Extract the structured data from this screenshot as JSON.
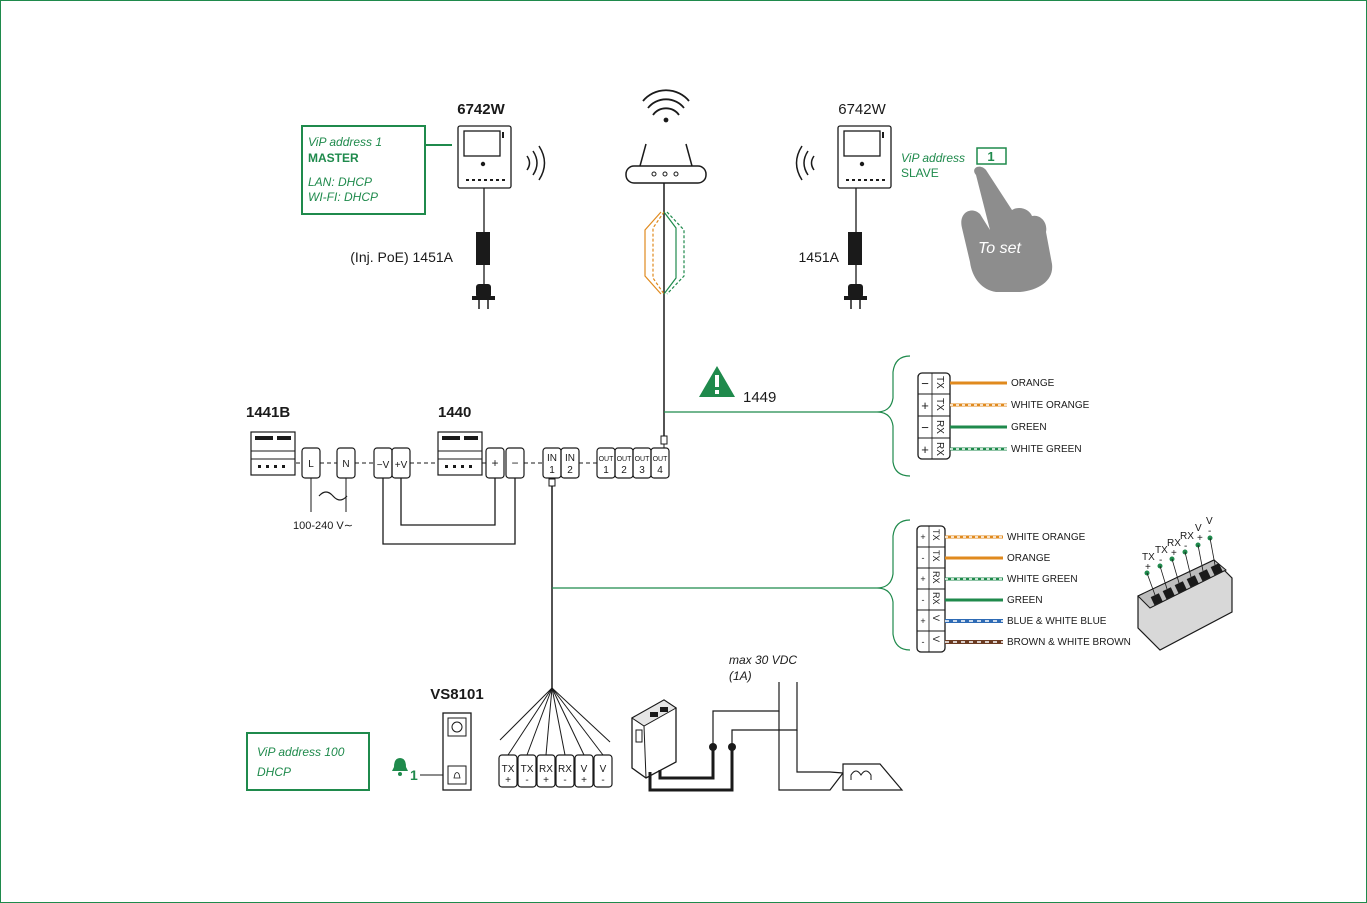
{
  "colors": {
    "accent": "#1f8a4c",
    "orange": "#e08a1e",
    "green": "#1f8a4c",
    "blue": "#2e6bb5",
    "brown": "#6b3b22",
    "line": "#1a1a1a"
  },
  "monitor_master": {
    "model": "6742W",
    "info_lines": [
      "ViP address 1",
      "MASTER",
      "LAN: DHCP",
      "WI-FI: DHCP"
    ],
    "psu_label": "(Inj. PoE) 1451A"
  },
  "monitor_slave": {
    "model": "6742W",
    "address_label": "ViP address",
    "address_value": "1",
    "role": "SLAVE",
    "psu_label": "1451A",
    "hand_label": "To set"
  },
  "warning_label": "1449",
  "psu_1441b": {
    "model": "1441B",
    "terminals": [
      "L",
      "N"
    ],
    "supply_label": "100-240 V∼"
  },
  "psu_1440": {
    "model": "1440",
    "terminals_v": [
      "−V",
      "+V"
    ],
    "terminals_pm": [
      "+",
      "−"
    ]
  },
  "switch_terminals": [
    [
      "IN",
      "1"
    ],
    [
      "IN",
      "2"
    ],
    [
      "OUT",
      "1"
    ],
    [
      "OUT",
      "2"
    ],
    [
      "OUT",
      "3"
    ],
    [
      "OUT",
      "4"
    ]
  ],
  "connector_upper": {
    "rows": [
      {
        "sign": "−",
        "term": "TX",
        "color": "ORANGE"
      },
      {
        "sign": "+",
        "term": "TX",
        "color": "WHITE ORANGE"
      },
      {
        "sign": "−",
        "term": "RX",
        "color": "GREEN"
      },
      {
        "sign": "+",
        "term": "RX",
        "color": "WHITE GREEN"
      }
    ]
  },
  "connector_lower": {
    "rows": [
      {
        "sign": "+",
        "term": "TX",
        "color": "WHITE ORANGE"
      },
      {
        "sign": "-",
        "term": "TX",
        "color": "ORANGE"
      },
      {
        "sign": "+",
        "term": "RX",
        "color": "WHITE GREEN"
      },
      {
        "sign": "-",
        "term": "RX",
        "color": "GREEN"
      },
      {
        "sign": "+",
        "term": "V",
        "color": "BLUE & WHITE BLUE"
      },
      {
        "sign": "-",
        "term": "V",
        "color": "BROWN & WHITE BROWN"
      }
    ],
    "block_labels": [
      {
        "t": "TX",
        "s": "+"
      },
      {
        "t": "TX",
        "s": "-"
      },
      {
        "t": "RX",
        "s": "+"
      },
      {
        "t": "RX",
        "s": "-"
      },
      {
        "t": "V",
        "s": "+"
      },
      {
        "t": "V",
        "s": "-"
      }
    ]
  },
  "door_station": {
    "model": "VS8101",
    "info_lines": [
      "ViP address 100",
      "DHCP"
    ],
    "bell_label": "1",
    "terminals": [
      [
        "TX",
        "+"
      ],
      [
        "TX",
        "-"
      ],
      [
        "RX",
        "+"
      ],
      [
        "RX",
        "-"
      ],
      [
        "V",
        "+"
      ],
      [
        "V",
        "-"
      ]
    ]
  },
  "lock_supply": {
    "lines": [
      "max 30 VDC",
      "(1A)"
    ]
  }
}
